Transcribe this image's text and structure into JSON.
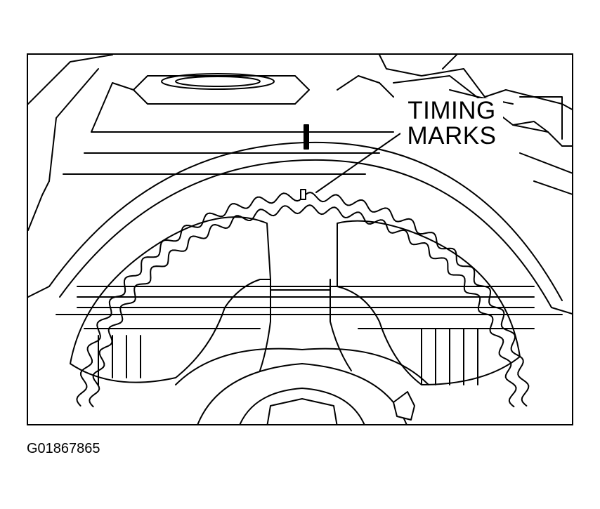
{
  "figure": {
    "callout_line1": "TIMING",
    "callout_line2": "MARKS",
    "figure_id": "G01867865"
  },
  "colors": {
    "line": "#000000",
    "background": "#ffffff"
  }
}
